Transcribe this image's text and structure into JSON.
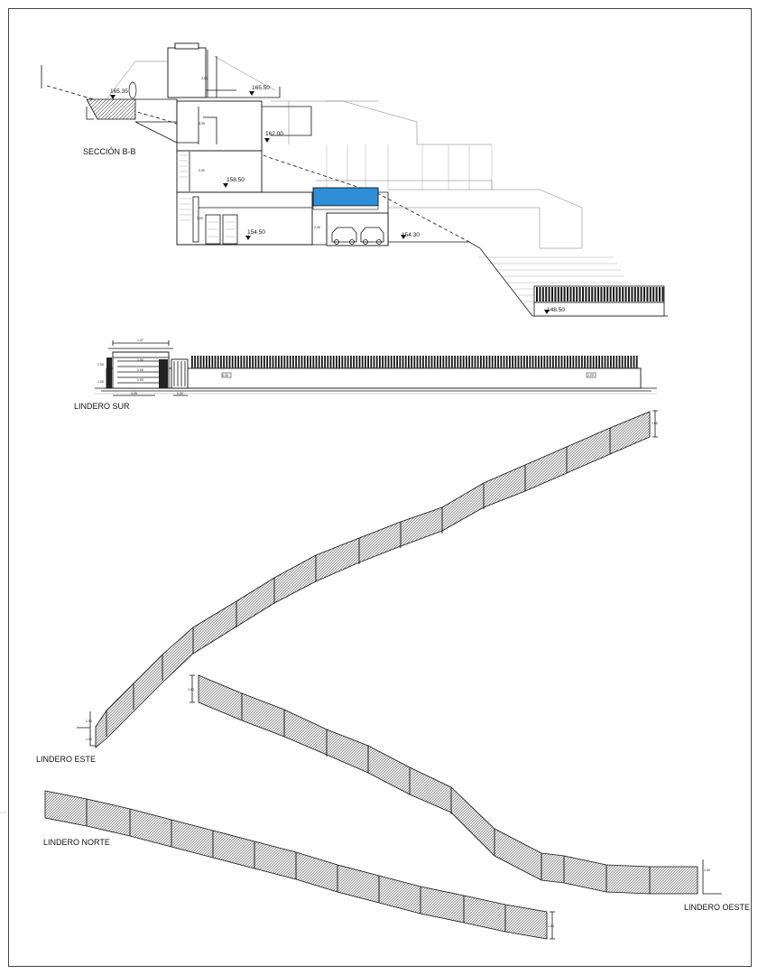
{
  "sections": {
    "section_bb": {
      "title": "SECCIÓN B-B",
      "levels": [
        "165.35",
        "165.50",
        "162.00",
        "158.50",
        "154.50",
        "154.30",
        "148.50"
      ],
      "dims": [
        "3.00",
        "3.30",
        "3.00",
        "3.00",
        "2.40"
      ]
    },
    "lindero_sur": {
      "title": "LINDERO SUR",
      "dims": [
        "1.47",
        "1.00",
        "1.00",
        "1.00",
        "3.25",
        "0.30",
        "1.00",
        "1.00",
        "0.30",
        "1.00"
      ]
    },
    "lindero_este": {
      "title": "LINDERO ESTE",
      "dims": [
        "1.00",
        "1.00",
        "1.00"
      ]
    },
    "lindero_norte": {
      "title": "LINDERO NORTE",
      "dims": [
        "1.00"
      ]
    },
    "lindero_oeste": {
      "title": "LINDERO OESTE",
      "dims": [
        "1.00",
        "1.00"
      ]
    }
  },
  "colors": {
    "line": "#111111",
    "pool": "#2e8fd8",
    "hatch": "#555555",
    "frame": "#444444"
  }
}
